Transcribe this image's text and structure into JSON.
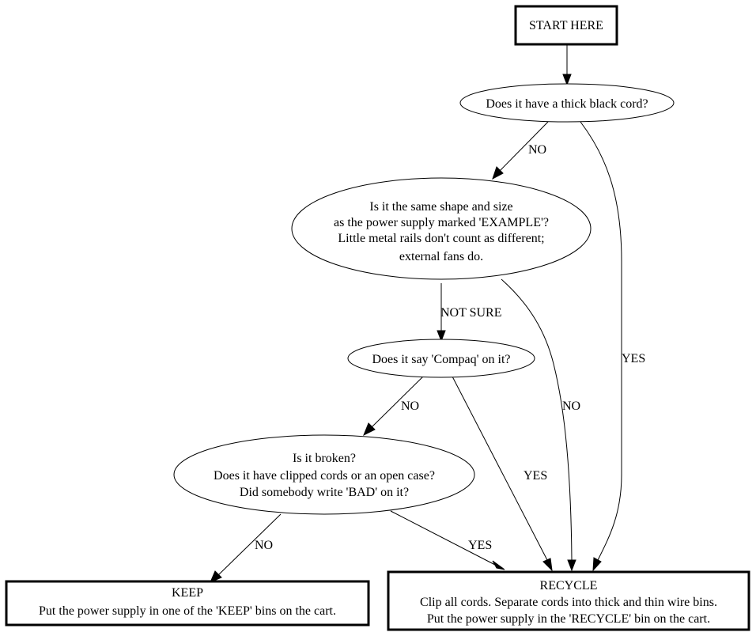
{
  "diagram": {
    "type": "flowchart",
    "nodes": {
      "start": {
        "shape": "box",
        "lines": [
          "START HERE"
        ]
      },
      "thick_cord": {
        "shape": "ellipse",
        "lines": [
          "Does it have a thick black cord?"
        ]
      },
      "same_shape": {
        "shape": "ellipse",
        "lines": [
          "Is it the same shape and size",
          "as the power supply marked 'EXAMPLE'?",
          "Little metal rails don't count as different;",
          "external fans do."
        ]
      },
      "compaq": {
        "shape": "ellipse",
        "lines": [
          "Does it say 'Compaq' on it?"
        ]
      },
      "broken": {
        "shape": "ellipse",
        "lines": [
          "Is it broken?",
          "Does it have clipped cords or an open case?",
          "Did somebody write 'BAD' on it?"
        ]
      },
      "keep": {
        "shape": "box",
        "lines": [
          "KEEP",
          "Put the power supply in one of the 'KEEP' bins on the cart."
        ]
      },
      "recycle": {
        "shape": "box",
        "lines": [
          "RECYCLE",
          "Clip all cords. Separate cords into thick and thin wire bins.",
          "Put the power supply in the 'RECYCLE' bin on the cart."
        ]
      }
    },
    "edges": [
      {
        "from": "start",
        "to": "thick_cord",
        "label": ""
      },
      {
        "from": "thick_cord",
        "to": "same_shape",
        "label": "NO"
      },
      {
        "from": "thick_cord",
        "to": "recycle",
        "label": "YES"
      },
      {
        "from": "same_shape",
        "to": "compaq",
        "label": "NOT SURE"
      },
      {
        "from": "same_shape",
        "to": "recycle",
        "label": "NO"
      },
      {
        "from": "compaq",
        "to": "broken",
        "label": "NO"
      },
      {
        "from": "compaq",
        "to": "recycle",
        "label": "YES"
      },
      {
        "from": "broken",
        "to": "keep",
        "label": "NO"
      },
      {
        "from": "broken",
        "to": "recycle",
        "label": "YES"
      }
    ]
  }
}
